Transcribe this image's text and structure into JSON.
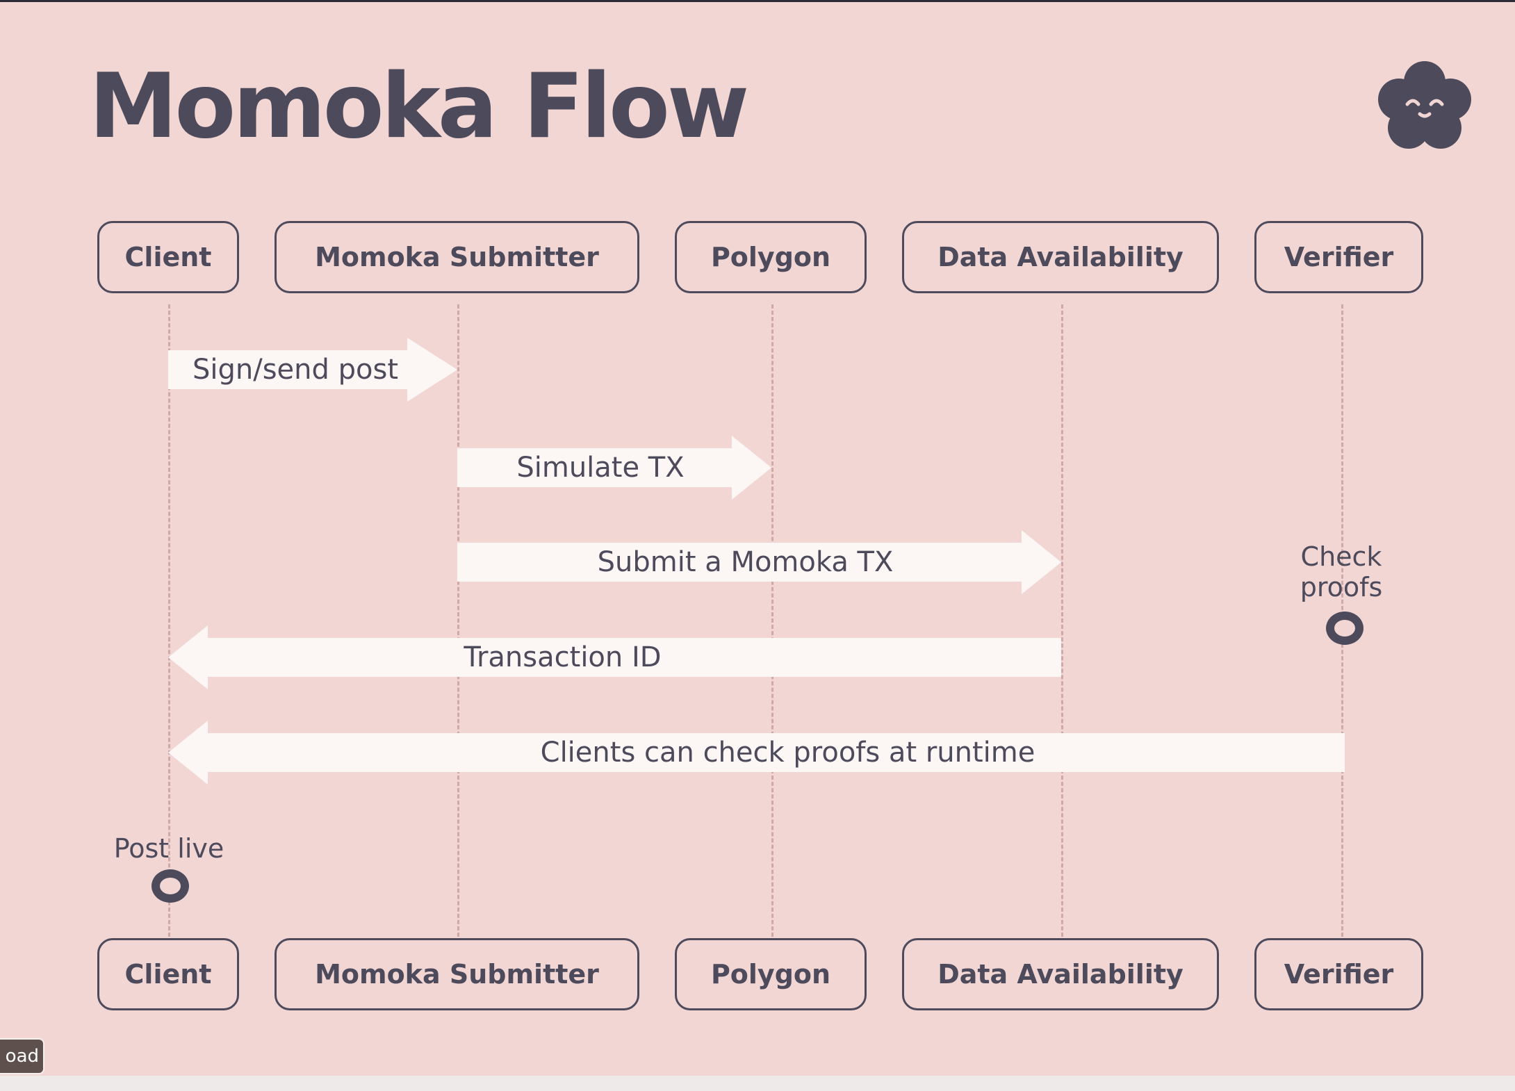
{
  "title": "Momoka Flow",
  "actors": [
    "Client",
    "Momoka Submitter",
    "Polygon",
    "Data Availability",
    "Verifier"
  ],
  "messages": [
    {
      "label": "Sign/send post",
      "direction": "right"
    },
    {
      "label": "Simulate TX",
      "direction": "right"
    },
    {
      "label": "Submit a Momoka TX",
      "direction": "right"
    },
    {
      "label": "Transaction ID",
      "direction": "left"
    },
    {
      "label": "Clients can check proofs at runtime",
      "direction": "left"
    }
  ],
  "notes": {
    "check_proofs": "Check proofs",
    "post_live": "Post live"
  },
  "download_button": "oad",
  "colors": {
    "background": "#f2d6d4",
    "ink": "#4d4a5c",
    "arrow_fill": "#fcf6f5",
    "lifeline": "#d0a8a8"
  }
}
